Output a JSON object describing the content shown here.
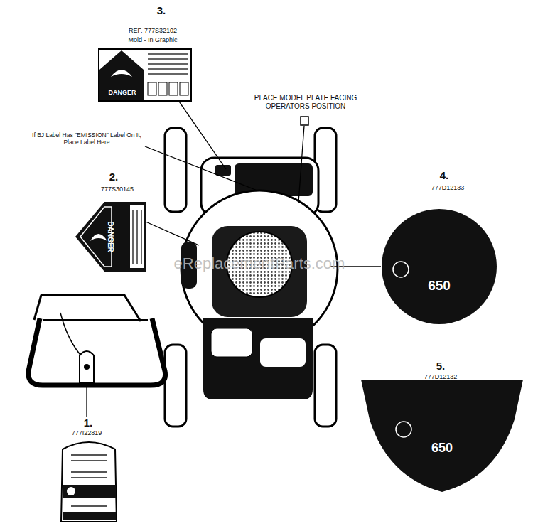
{
  "diagram": {
    "nodes": [
      {
        "text": [
          "DANGER"
        ]
      },
      {
        "text": [
          "DANGER"
        ]
      },
      {
        "text": [
          "650"
        ]
      },
      {
        "text": [
          "650"
        ]
      }
    ],
    "labels": [
      "3.",
      "REF. 777S32102",
      "Mold - In Graphic",
      "PLACE MODEL PLATE FACING OPERATORS POSITION",
      "If BJ Label Has \"EMISSION\" Label On It, Place Label Here",
      "2.",
      "777S30145",
      "4.",
      "777D12133",
      "5.",
      "777D12132",
      "1.",
      "777I22819",
      "eReplacementParts.com"
    ]
  }
}
